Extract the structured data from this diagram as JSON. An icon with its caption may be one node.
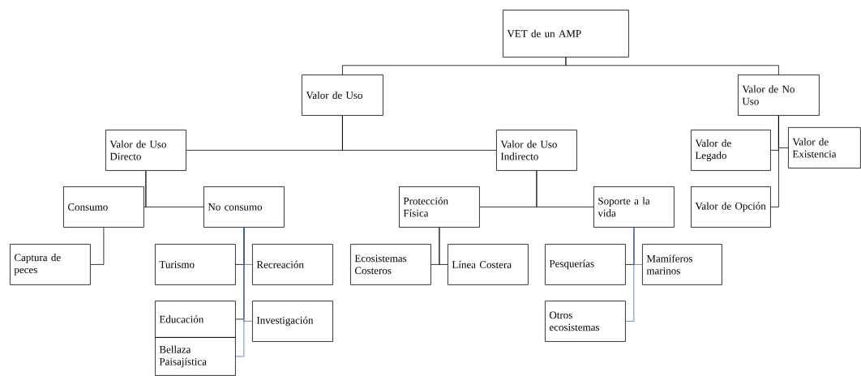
{
  "diagram": {
    "nodes": [
      {
        "text": [
          "VET de un AMP"
        ]
      },
      {
        "text": [
          "Valor de Uso"
        ]
      },
      {
        "text": [
          "Valor de No Uso"
        ]
      },
      {
        "text": [
          "Valor de Uso Directo"
        ]
      },
      {
        "text": [
          "Valor de Uso Indirecto"
        ]
      },
      {
        "text": [
          "Valor de Legado"
        ]
      },
      {
        "text": [
          "Valor de Existencia"
        ]
      },
      {
        "text": [
          "Valor de Opción"
        ]
      },
      {
        "text": [
          "Consumo"
        ]
      },
      {
        "text": [
          "No consumo"
        ]
      },
      {
        "text": [
          "Protección Física"
        ]
      },
      {
        "text": [
          "Soporte a la vida"
        ]
      },
      {
        "text": [
          "Captura de peces"
        ]
      },
      {
        "text": [
          "Turismo"
        ]
      },
      {
        "text": [
          "Recreación"
        ]
      },
      {
        "text": [
          "Ecosistemas Costeros"
        ]
      },
      {
        "text": [
          "Línea Costera"
        ]
      },
      {
        "text": [
          "Pesquerías"
        ]
      },
      {
        "text": [
          "Mamíferos marinos"
        ]
      },
      {
        "text": [
          "Educación"
        ]
      },
      {
        "text": [
          "Investigación"
        ]
      },
      {
        "text": [
          "Bellaza Paisajística"
        ]
      },
      {
        "text": [
          "Otros ecosistemas"
        ]
      }
    ],
    "edges": [
      {
        "from": 0,
        "to": 1,
        "arrow": "none"
      },
      {
        "from": 0,
        "to": 2,
        "arrow": "none"
      },
      {
        "from": 1,
        "to": 3,
        "arrow": "none"
      },
      {
        "from": 1,
        "to": 4,
        "arrow": "none"
      },
      {
        "from": 2,
        "to": 5,
        "arrow": "none"
      },
      {
        "from": 2,
        "to": 6,
        "arrow": "none"
      },
      {
        "from": 2,
        "to": 7,
        "arrow": "none"
      },
      {
        "from": 3,
        "to": 8,
        "arrow": "none"
      },
      {
        "from": 3,
        "to": 9,
        "arrow": "none"
      },
      {
        "from": 8,
        "to": 12,
        "arrow": "none"
      },
      {
        "from": 9,
        "to": 13,
        "arrow": "none"
      },
      {
        "from": 9,
        "to": 14,
        "arrow": "none",
        "color": "#3d6eb4"
      },
      {
        "from": 9,
        "to": 19,
        "arrow": "none"
      },
      {
        "from": 9,
        "to": 20,
        "arrow": "none",
        "color": "#3d6eb4"
      },
      {
        "from": 9,
        "to": 21,
        "arrow": "none",
        "color": "#3d6eb4"
      },
      {
        "from": 4,
        "to": 10,
        "arrow": "none"
      },
      {
        "from": 4,
        "to": 11,
        "arrow": "none"
      },
      {
        "from": 10,
        "to": 15,
        "arrow": "none"
      },
      {
        "from": 10,
        "to": 16,
        "arrow": "none"
      },
      {
        "from": 11,
        "to": 17,
        "arrow": "none"
      },
      {
        "from": 11,
        "to": 18,
        "arrow": "none",
        "color": "#3d6eb4"
      },
      {
        "from": 11,
        "to": 22,
        "arrow": "none",
        "color": "#3d6eb4"
      }
    ]
  }
}
